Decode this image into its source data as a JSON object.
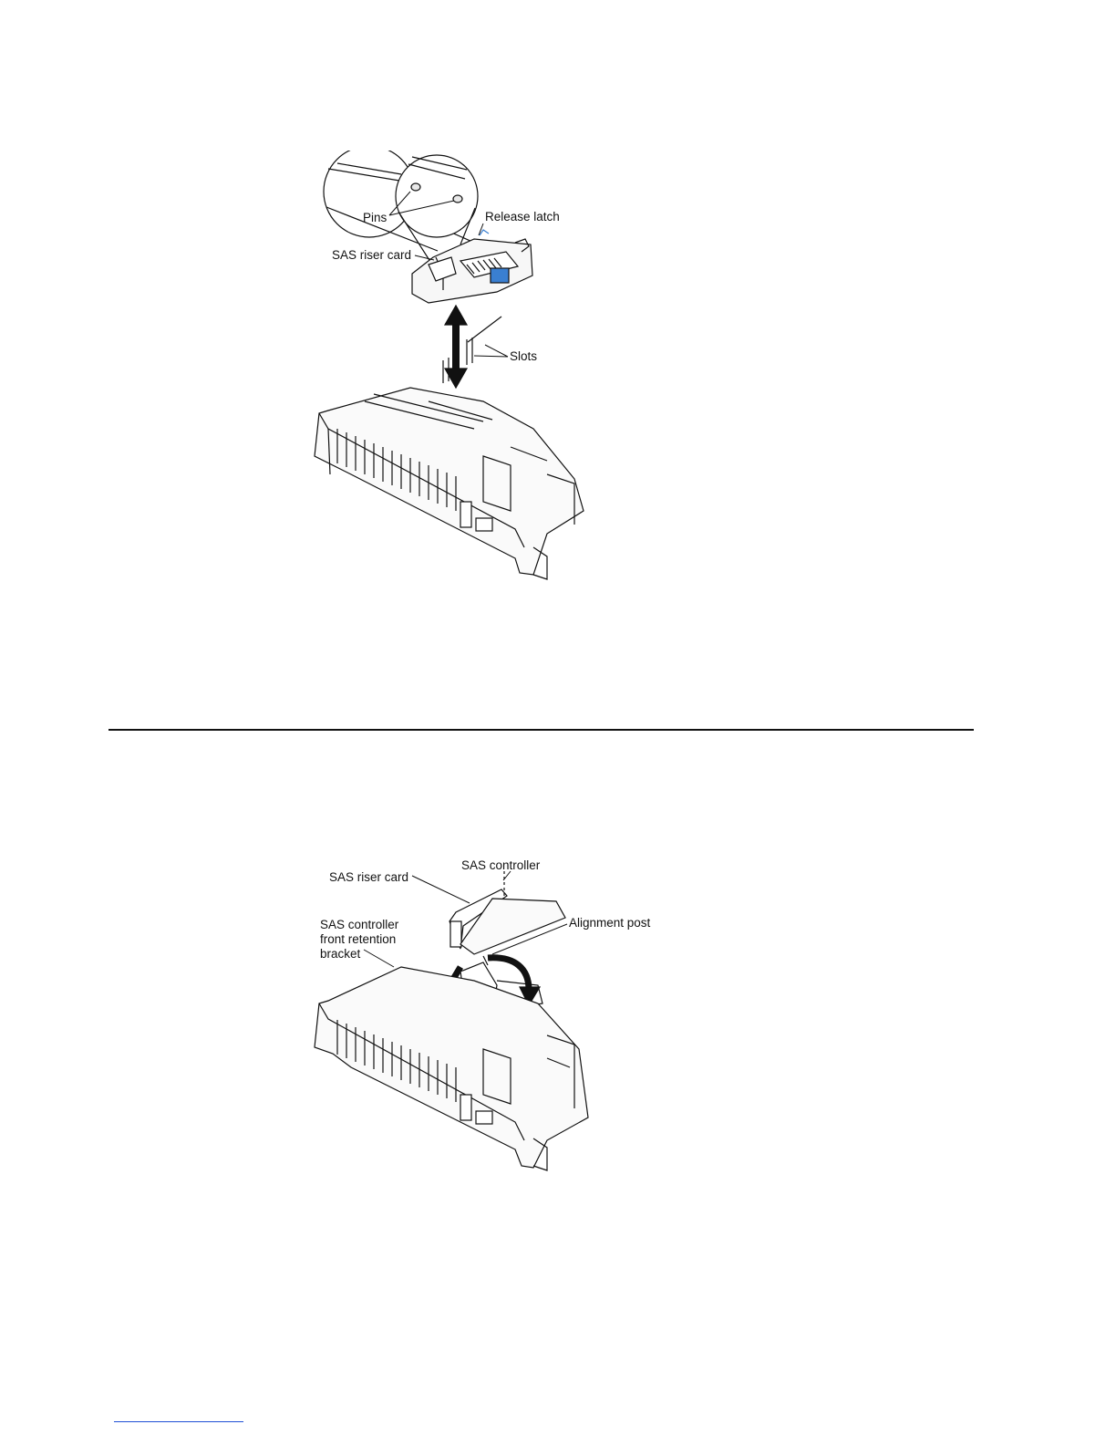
{
  "figure1": {
    "callouts": {
      "pins": "Pins",
      "release_latch": "Release latch",
      "sas_riser_card": "SAS riser card",
      "slots": "Slots"
    }
  },
  "figure2": {
    "callouts": {
      "sas_controller": "SAS controller",
      "sas_riser_card": "SAS riser card",
      "front_retention_bracket_line1": "SAS controller",
      "front_retention_bracket_line2": "front retention",
      "front_retention_bracket_line3": "bracket",
      "alignment_post": "Alignment post"
    }
  },
  "colors": {
    "accent_blue": "#3a7fd1",
    "line": "#111111",
    "link": "#1f4fd6"
  }
}
